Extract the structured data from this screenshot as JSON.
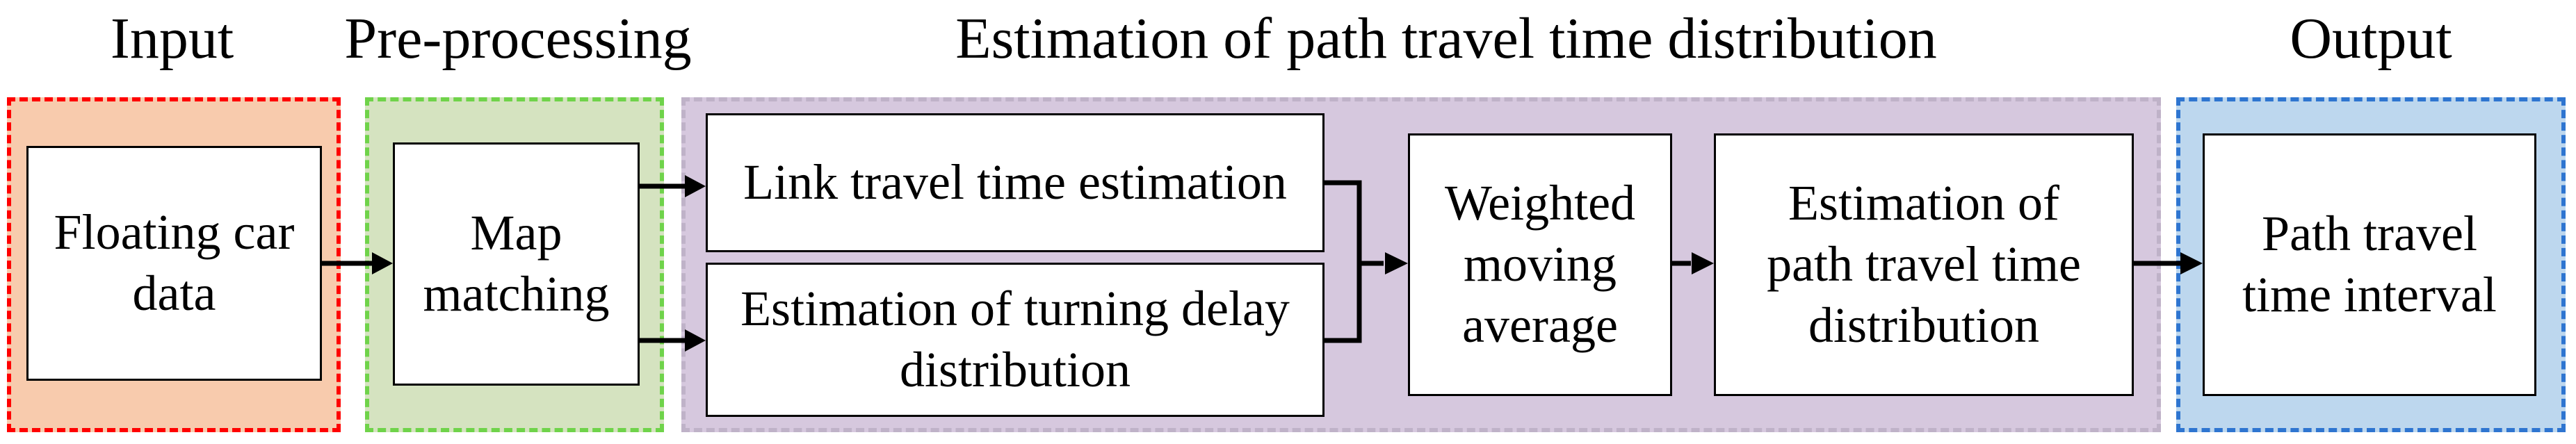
{
  "sections": {
    "input": {
      "title": "Input",
      "fill": "#F8CBAD",
      "border": "#FF0000"
    },
    "preprocessing": {
      "title": "Pre-processing",
      "fill": "#D5E3C0",
      "border": "#6FD34A"
    },
    "estimation": {
      "title": "Estimation of path travel time distribution",
      "fill": "#D6C8DE",
      "border": "#BFB2C8"
    },
    "output": {
      "title": "Output",
      "fill": "#BDD7EE",
      "border": "#2E75D0"
    }
  },
  "nodes": {
    "floating_car_data": "Floating car\ndata",
    "map_matching": "Map\nmatching",
    "link_travel_time": "Link travel time estimation",
    "turning_delay": "Estimation of turning delay\ndistribution",
    "weighted_moving_average": "Weighted\nmoving\naverage",
    "path_travel_time_distribution": "Estimation of\npath travel time\ndistribution",
    "path_travel_time_interval": "Path travel\ntime interval"
  }
}
